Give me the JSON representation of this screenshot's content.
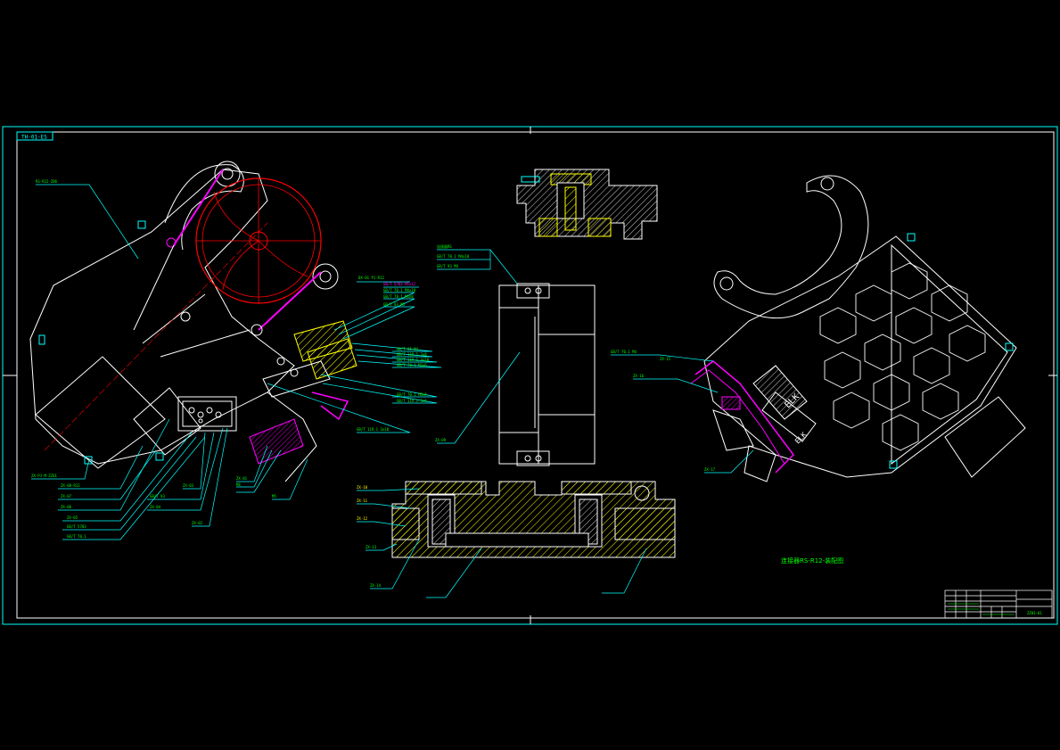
{
  "sheet": {
    "drawing_number_tag": "TH-01-ES",
    "drawing_title": "连接器RS-R12-装配图",
    "title_block_code": "ZZ01-01"
  },
  "colors": {
    "background": "#000000",
    "frame": "#00ffff",
    "outline": "#ffffff",
    "leader": "#00ffff",
    "label": "#00ff00",
    "hatch": "#ffff00",
    "centerline": "#ff0000",
    "highlight": "#ff00ff"
  },
  "left_view": {
    "labels": [
      {
        "id": "l1",
        "text": "RS-R12-Z06"
      },
      {
        "id": "l2",
        "text": "DX-01 P1-R12"
      },
      {
        "id": "l3",
        "text": "GB/T 5783 M5x12"
      },
      {
        "id": "l4",
        "text": "GB/T 70.1 M4x10"
      },
      {
        "id": "l5",
        "text": "GB/T 70.1 M4x8"
      },
      {
        "id": "l6",
        "text": "GB/T 93 M5"
      },
      {
        "id": "l7",
        "text": "GB/T 95 M4"
      },
      {
        "id": "l8",
        "text": "GB/T 119.1 3x8"
      },
      {
        "id": "l9",
        "text": "GB/T 119.1 4x10"
      },
      {
        "id": "l10",
        "text": "GB/T 70.1 M3x6"
      },
      {
        "id": "l11",
        "text": "GB/T 70.1 M3x8"
      },
      {
        "id": "l12",
        "text": "GB/T 119.1 3x6"
      },
      {
        "id": "l13",
        "text": "GB/T 119.1 3x10"
      },
      {
        "id": "l14",
        "text": "ZX-PJ-M-ZZ01"
      },
      {
        "id": "l15",
        "text": "ZX-08-R12"
      },
      {
        "id": "l16",
        "text": "ZX-07"
      },
      {
        "id": "l17",
        "text": "ZX-06"
      },
      {
        "id": "l18",
        "text": "ZX-05"
      },
      {
        "id": "l19",
        "text": "GB/T 5783"
      },
      {
        "id": "l20",
        "text": "GB/T 70.1"
      },
      {
        "id": "l21",
        "text": "GB/T 93"
      },
      {
        "id": "l22",
        "text": "ZX-04"
      },
      {
        "id": "l23",
        "text": "ZX-03"
      },
      {
        "id": "l24",
        "text": "ZX-02"
      },
      {
        "id": "l25",
        "text": "ZX-01"
      },
      {
        "id": "l26",
        "text": "M4"
      },
      {
        "id": "l27",
        "text": "M5"
      }
    ]
  },
  "center_view": {
    "labels": [
      {
        "id": "c1",
        "text": "连接器RS"
      },
      {
        "id": "c2",
        "text": "GB/T 70.1 M4x10"
      },
      {
        "id": "c3",
        "text": "GB/T 93 M4"
      },
      {
        "id": "c4",
        "text": "ZX-09"
      },
      {
        "id": "c5",
        "text": "ZX-10"
      },
      {
        "id": "c6",
        "text": "ZX-11"
      },
      {
        "id": "c7",
        "text": "ZX-12"
      },
      {
        "id": "c8",
        "text": "ZX-13"
      },
      {
        "id": "c9",
        "text": "ZX-14"
      }
    ]
  },
  "right_view": {
    "labels": [
      {
        "id": "r1",
        "text": "GB/T 70.1 M4"
      },
      {
        "id": "r2",
        "text": "ZX-15"
      },
      {
        "id": "r3",
        "text": "ZX-16"
      },
      {
        "id": "r4",
        "text": "ZX-17"
      }
    ]
  }
}
